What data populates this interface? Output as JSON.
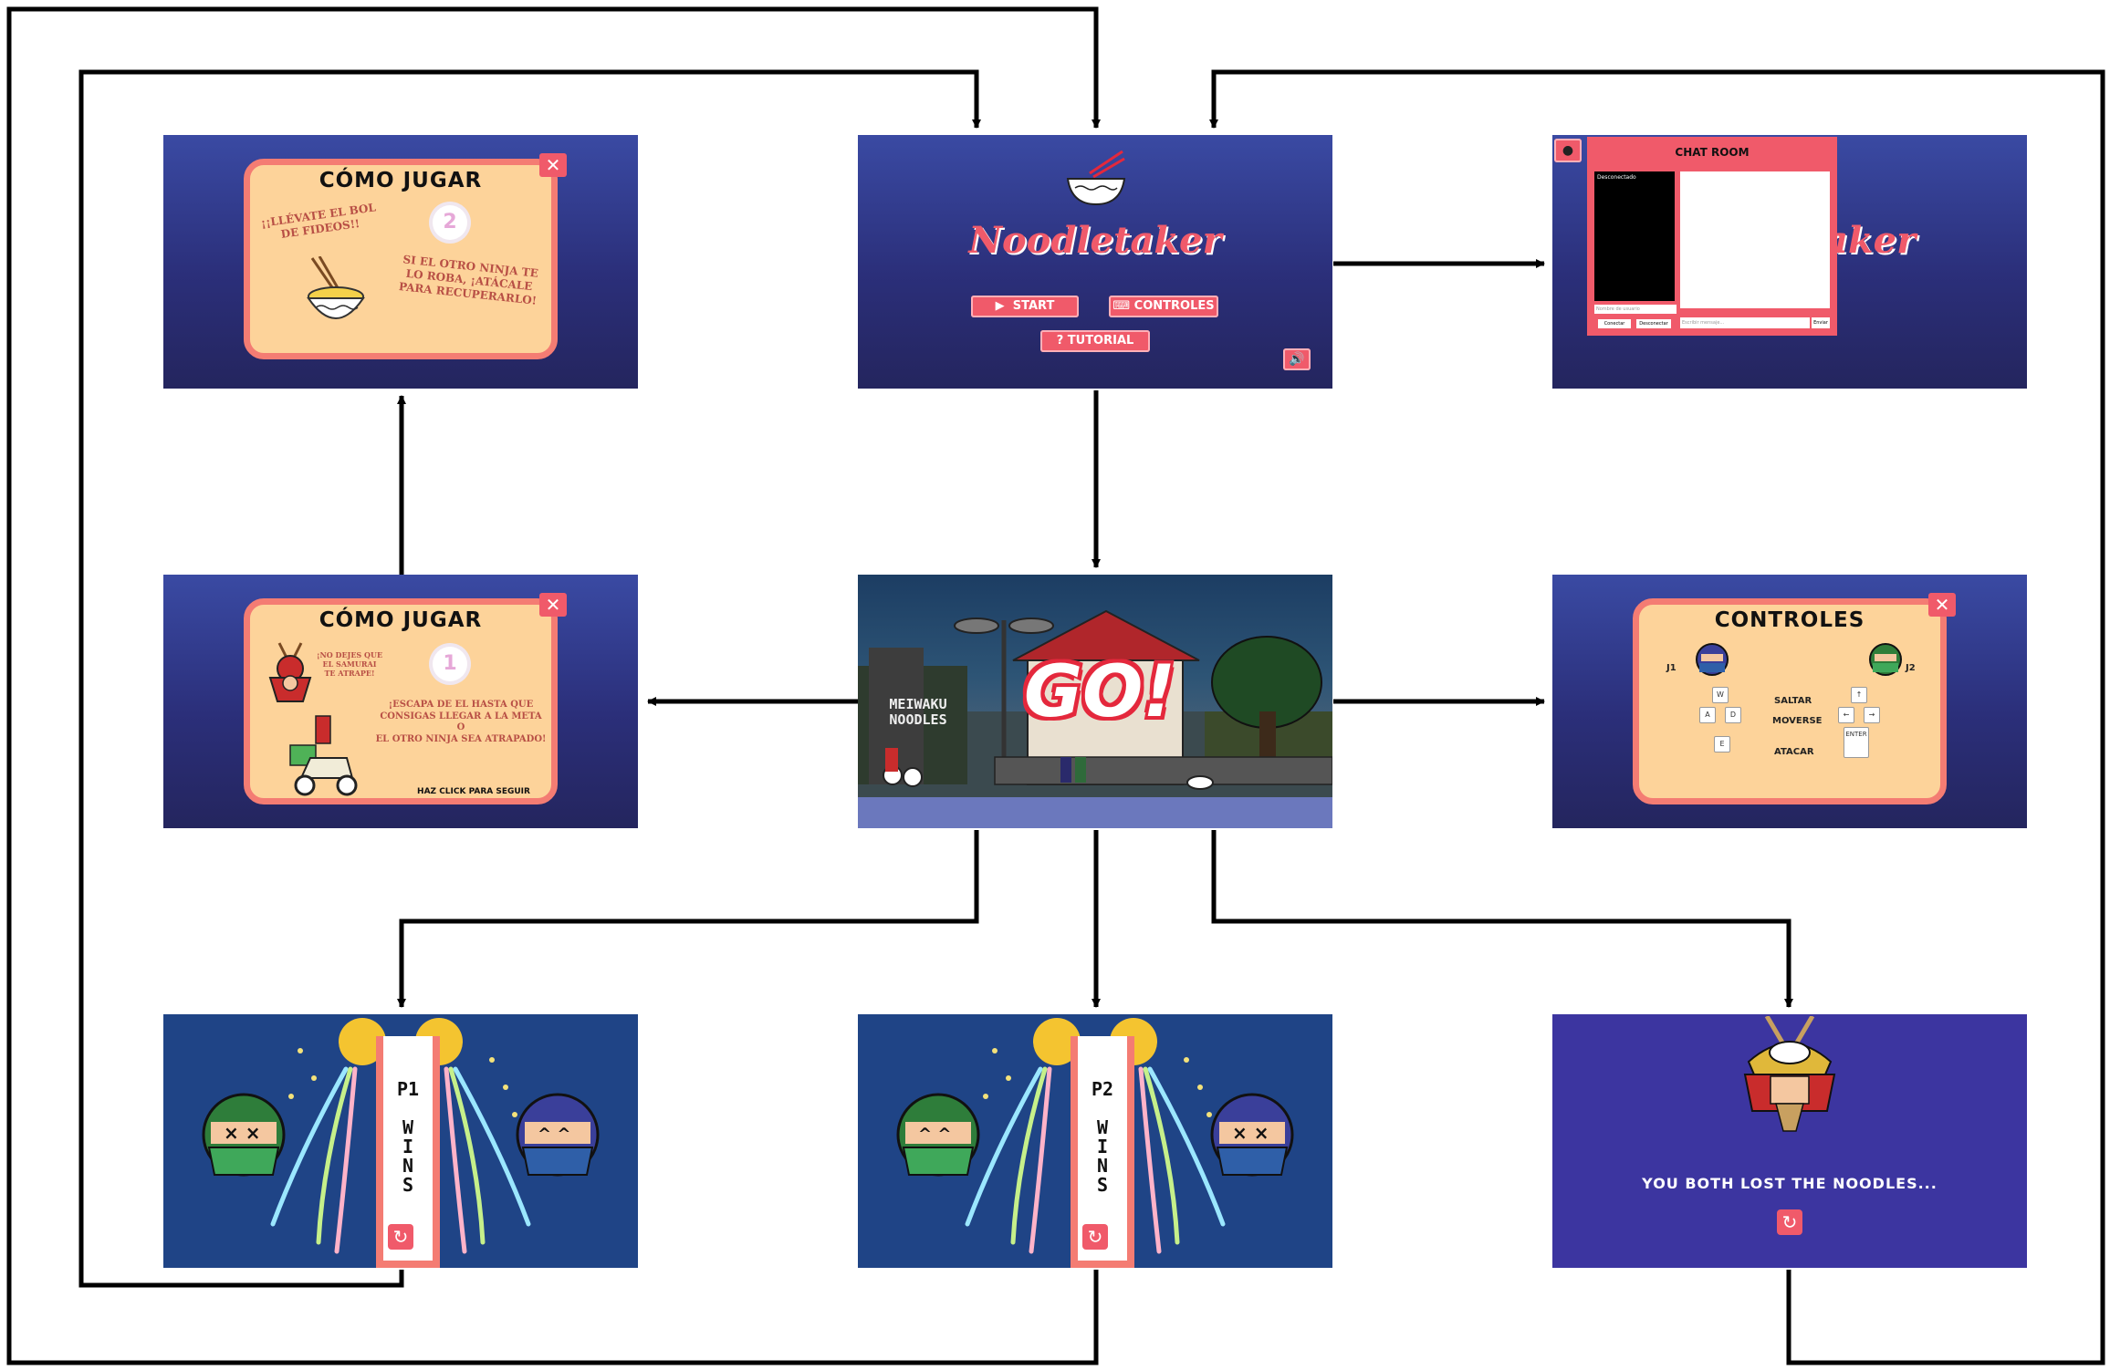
{
  "colors": {
    "accent": "#f05a6a",
    "card_fill": "#fdd39a",
    "card_border": "#f47c73",
    "screen_blue": "#2b2f7a",
    "screen_navy": "#1f4486",
    "screen_purple": "#3c35a0",
    "arrow": "#000000"
  },
  "main_menu": {
    "logo": "Noodletaker",
    "start_label": "START",
    "controls_label": "CONTROLES",
    "tutorial_label": "TUTORIAL",
    "sound_icon": "speaker-icon",
    "bowl_icon": "noodle-bowl-icon"
  },
  "chat_screen": {
    "title": "CHAT ROOM",
    "side_label": "Desconectado",
    "name_placeholder": "Nombre de usuario",
    "connect_label": "Conectar",
    "disconnect_label": "Desconectar",
    "message_placeholder": "Escribir mensaje...",
    "send_label": "Enviar",
    "logo_partial": "aker",
    "chat_icon": "speech-bubble-icon"
  },
  "tutorial_2": {
    "title": "CÓMO JUGAR",
    "step": "2",
    "text_left": "¡¡LLÉVATE EL BOL\nDE FIDEOS!!",
    "text_right": "SI EL OTRO NINJA TE\nLO ROBA, ¡ATÁCALE\nPARA RECUPERARLO!"
  },
  "tutorial_1": {
    "title": "CÓMO JUGAR",
    "step": "1",
    "text_small": "¡NO DEJES QUE\nEL SAMURAI\nTE ATRAPE!",
    "text_main": "¡ESCAPA DE EL HASTA QUE\nCONSIGAS LLEGAR A LA META\nO\nEL OTRO NINJA SEA ATRAPADO!",
    "continue": "HAZ CLICK PARA SEGUIR"
  },
  "controls": {
    "title": "CONTROLES",
    "p1_label": "J1",
    "p2_label": "J2",
    "jump_label": "SALTAR",
    "move_label": "MOVERSE",
    "attack_label": "ATACAR",
    "keys_p1": {
      "jump": "W",
      "left": "A",
      "right": "D",
      "attack": "E"
    },
    "keys_p2": {
      "jump": "↑",
      "left": "←",
      "right": "→",
      "attack": "ENTER"
    }
  },
  "game": {
    "go_text": "GO!",
    "shop_sign": "MEIWAKU\nNOODLES"
  },
  "p1_wins": {
    "ribbon_text": "P1\n\nW\nI\nN\nS"
  },
  "p2_wins": {
    "ribbon_text": "P2\n\nW\nI\nN\nS"
  },
  "lose_screen": {
    "message": "YOU BOTH LOST THE NOODLES..."
  }
}
